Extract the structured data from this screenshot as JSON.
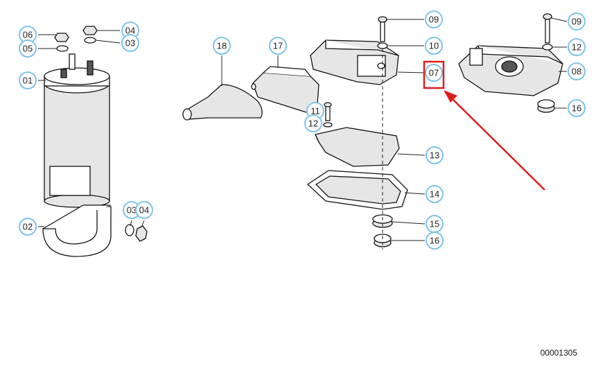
{
  "diagram": {
    "reference_code": "00001305",
    "callouts": [
      "06",
      "05",
      "04",
      "03",
      "01",
      "02",
      "03",
      "04",
      "18",
      "17",
      "11",
      "12",
      "09",
      "10",
      "07",
      "13",
      "14",
      "15",
      "16",
      "09",
      "12",
      "08",
      "16"
    ],
    "highlighted_callout": "07",
    "accent_color": "#e01b1b",
    "callout_color": "#7cc4ea"
  }
}
